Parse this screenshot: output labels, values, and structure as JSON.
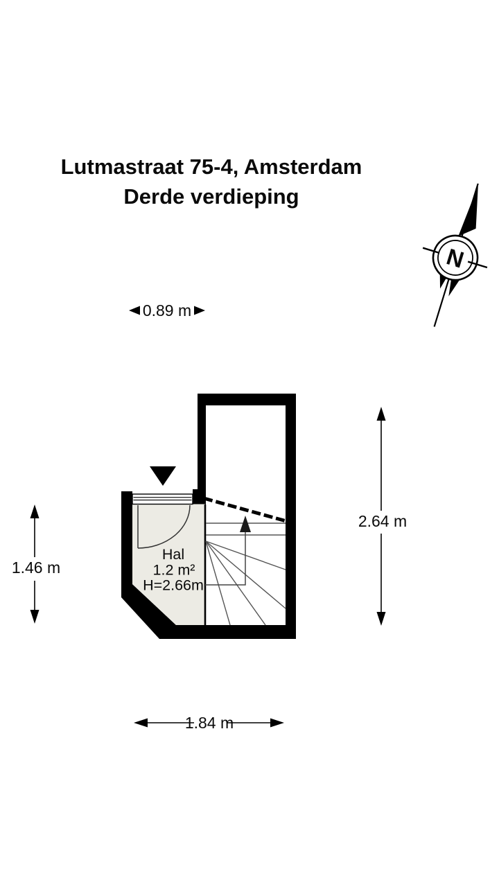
{
  "title": {
    "line1": "Lutmastraat 75-4, Amsterdam",
    "line2": "Derde verdieping"
  },
  "compass": {
    "letter": "N"
  },
  "dimensions": {
    "top_width": "0.89 m",
    "left_height": "1.46 m",
    "right_height": "2.64 m",
    "bottom_width": "1.84 m"
  },
  "room": {
    "name": "Hal",
    "area": "1.2 m²",
    "ceiling_height": "H=2.66m"
  },
  "colors": {
    "wall": "#000000",
    "floor": "#ecebe4",
    "stair_line": "#555555"
  }
}
